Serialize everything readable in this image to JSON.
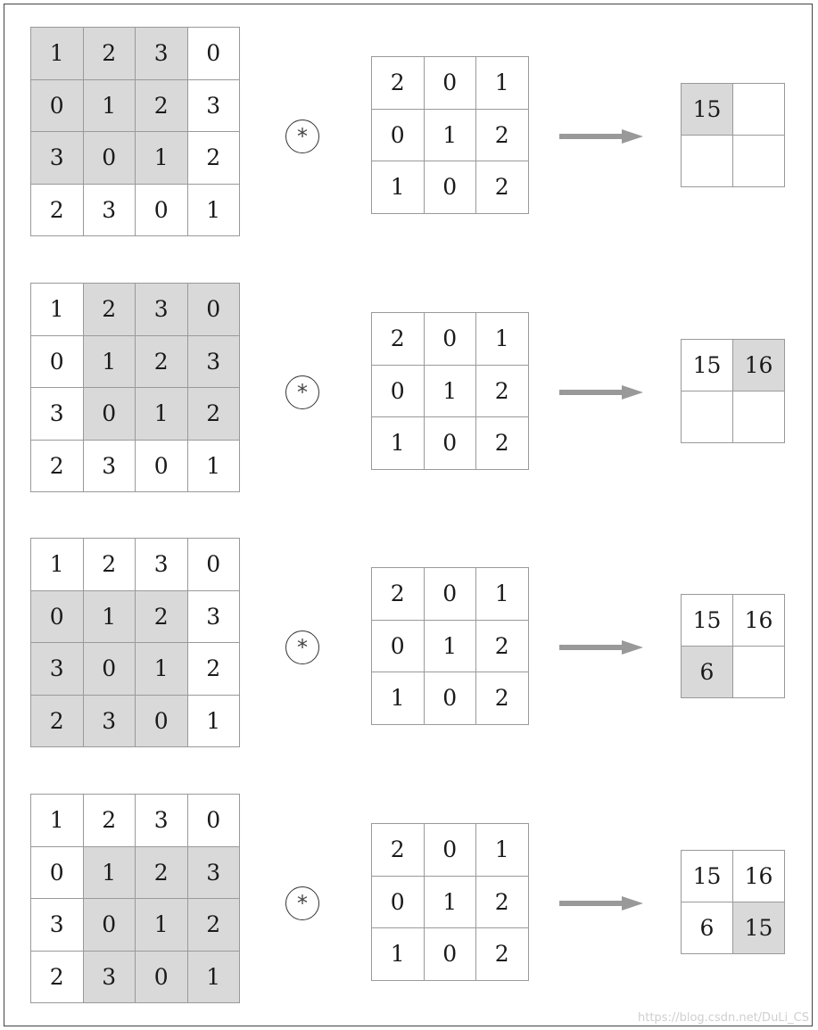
{
  "input_matrix": [
    [
      1,
      2,
      3,
      0
    ],
    [
      0,
      1,
      2,
      3
    ],
    [
      3,
      0,
      1,
      2
    ],
    [
      2,
      3,
      0,
      1
    ]
  ],
  "kernel": [
    [
      2,
      0,
      1
    ],
    [
      0,
      1,
      2
    ],
    [
      1,
      0,
      2
    ]
  ],
  "operator_symbol": "*",
  "steps": [
    {
      "window_row": 0,
      "window_col": 0,
      "output": [
        [
          "15",
          ""
        ],
        [
          "",
          ""
        ]
      ],
      "highlight": [
        0,
        0
      ]
    },
    {
      "window_row": 0,
      "window_col": 1,
      "output": [
        [
          "15",
          "16"
        ],
        [
          "",
          ""
        ]
      ],
      "highlight": [
        0,
        1
      ]
    },
    {
      "window_row": 1,
      "window_col": 0,
      "output": [
        [
          "15",
          "16"
        ],
        [
          "6",
          ""
        ]
      ],
      "highlight": [
        1,
        0
      ]
    },
    {
      "window_row": 1,
      "window_col": 1,
      "output": [
        [
          "15",
          "16"
        ],
        [
          "6",
          "15"
        ]
      ],
      "highlight": [
        1,
        1
      ]
    }
  ],
  "colors": {
    "highlight": "#d9d9d9",
    "arrow": "#999999",
    "border": "#999999"
  },
  "watermark": "https://blog.csdn.net/DuLi_CS"
}
